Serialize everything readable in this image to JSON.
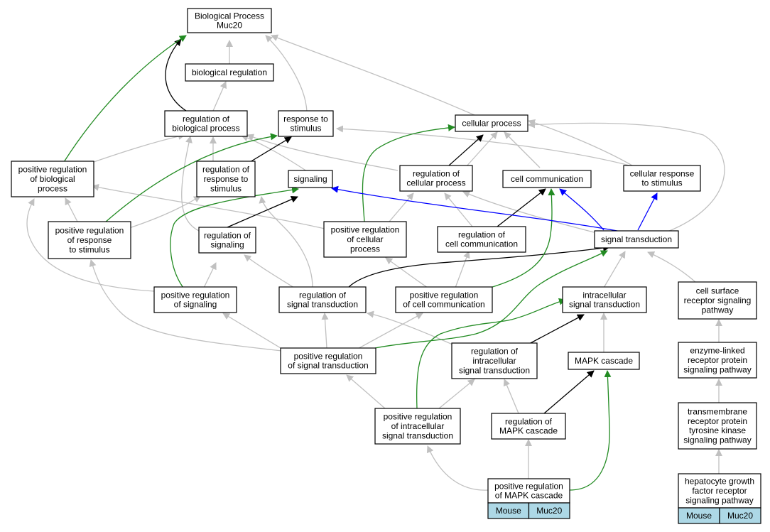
{
  "colors": {
    "is_a": "#c0c0c0",
    "regulates": "#000000",
    "positively_regulates": "#228b22",
    "part_of": "#0000ff",
    "tag_fill": "#add8e6"
  },
  "nodes": {
    "bp": {
      "lines": [
        "Biological Process",
        "Muc20"
      ]
    },
    "biological_regulation": {
      "lines": [
        "biological regulation"
      ]
    },
    "regulation_of_biological_process": {
      "lines": [
        "regulation of",
        "biological process"
      ]
    },
    "response_to_stimulus": {
      "lines": [
        "response to",
        "stimulus"
      ]
    },
    "cellular_process": {
      "lines": [
        "cellular process"
      ]
    },
    "positive_regulation_of_biological_process": {
      "lines": [
        "positive regulation",
        "of biological",
        "process"
      ]
    },
    "regulation_of_response_to_stimulus": {
      "lines": [
        "regulation of",
        "response to",
        "stimulus"
      ]
    },
    "signaling": {
      "lines": [
        "signaling"
      ]
    },
    "regulation_of_cellular_process": {
      "lines": [
        "regulation of",
        "cellular process"
      ]
    },
    "cell_communication": {
      "lines": [
        "cell communication"
      ]
    },
    "cellular_response_to_stimulus": {
      "lines": [
        "cellular response",
        "to stimulus"
      ]
    },
    "positive_regulation_of_response_to_stimulus": {
      "lines": [
        "positive regulation",
        "of response",
        "to stimulus"
      ]
    },
    "regulation_of_signaling": {
      "lines": [
        "regulation of",
        "signaling"
      ]
    },
    "positive_regulation_of_cellular_process": {
      "lines": [
        "positive regulation",
        "of cellular",
        "process"
      ]
    },
    "regulation_of_cell_communication": {
      "lines": [
        "regulation of",
        "cell communication"
      ]
    },
    "signal_transduction": {
      "lines": [
        "signal transduction"
      ]
    },
    "positive_regulation_of_signaling": {
      "lines": [
        "positive regulation",
        "of signaling"
      ]
    },
    "regulation_of_signal_transduction": {
      "lines": [
        "regulation of",
        "signal transduction"
      ]
    },
    "positive_regulation_of_cell_communication": {
      "lines": [
        "positive regulation",
        "of cell communication"
      ]
    },
    "intracellular_signal_transduction": {
      "lines": [
        "intracellular",
        "signal transduction"
      ]
    },
    "cell_surface_receptor_signaling_pathway": {
      "lines": [
        "cell surface",
        "receptor signaling",
        "pathway"
      ]
    },
    "positive_regulation_of_signal_transduction": {
      "lines": [
        "positive regulation",
        "of signal transduction"
      ]
    },
    "regulation_of_intracellular_signal_transduction": {
      "lines": [
        "regulation of",
        "intracellular",
        "signal transduction"
      ]
    },
    "mapk_cascade": {
      "lines": [
        "MAPK cascade"
      ]
    },
    "enzyme_linked_receptor_protein_signaling_pathway": {
      "lines": [
        "enzyme-linked",
        "receptor protein",
        "signaling pathway"
      ]
    },
    "positive_regulation_of_intracellular_signal_transduction": {
      "lines": [
        "positive regulation",
        "of intracellular",
        "signal transduction"
      ]
    },
    "regulation_of_mapk_cascade": {
      "lines": [
        "regulation of",
        "MAPK cascade"
      ]
    },
    "transmembrane_receptor_protein_tyrosine_kinase_signaling_pathway": {
      "lines": [
        "transmembrane",
        "receptor protein",
        "tyrosine kinase",
        "signaling pathway"
      ]
    },
    "positive_regulation_of_mapk_cascade": {
      "lines": [
        "positive regulation",
        "of MAPK cascade"
      ],
      "tags": [
        "Mouse",
        "Muc20"
      ]
    },
    "hepatocyte_growth_factor_receptor_signaling_pathway": {
      "lines": [
        "hepatocyte growth",
        "factor receptor",
        "signaling pathway"
      ],
      "tags": [
        "Mouse",
        "Muc20"
      ]
    }
  }
}
